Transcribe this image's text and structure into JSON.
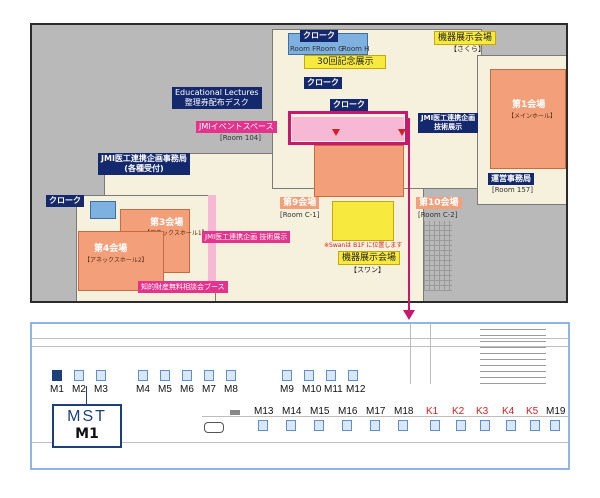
{
  "map": {
    "cloak_top": "クローク",
    "room_f": "Room F",
    "room_g": "Room G",
    "room_h": "Room H",
    "exhibit_sakura_title": "機器展示会場",
    "exhibit_sakura_sub": "【さくら】",
    "anniv_exhibit": "30回記念展示",
    "cloak_center": "クローク",
    "cloak_center2": "クローク",
    "lectures_line1": "Educational Lectures",
    "lectures_line2": "整理券配布デスク",
    "jmi_event": "JMIイベントスペース",
    "room_104": "[Room 104]",
    "jmi_office_line1": "JMI医工連携企画事務局",
    "jmi_office_line2": "(各種受付)",
    "cloak_left": "クローク",
    "hall3_title": "第3会場",
    "hall3_sub": "【アネックスホール1】",
    "hall4_title": "第4会場",
    "hall4_sub": "【アネックスホール2】",
    "hall1_title": "第1会場",
    "hall1_sub": "【メインホール】",
    "ops_office": "運営事務局",
    "room_157": "[Room 157]",
    "jmi_tech_box_line1": "JMI医工連携企画",
    "jmi_tech_box_line2": "技術展示",
    "hall9_title": "第9会場",
    "room_c1": "[Room C-1]",
    "hall10_title": "第10会場",
    "room_c2": "[Room C-2]",
    "jmi_tech_exhibit": "JMI医工連携企画 技術展示",
    "swan_note": "※Swanは B1F に位置します",
    "exhibit_swan_title": "機器展示会場",
    "exhibit_swan_sub": "【スワン】",
    "ip_consult": "知的財産無料相談会ブース"
  },
  "detail": {
    "row1": [
      "M1",
      "M2",
      "M3",
      "M4",
      "M5",
      "M6",
      "M7",
      "M8",
      "M9",
      "M10",
      "M11",
      "M12"
    ],
    "row2": [
      "M13",
      "M14",
      "M15",
      "M16",
      "M17",
      "M18",
      "K1",
      "K2",
      "K3",
      "K4",
      "K5",
      "M19"
    ],
    "row2_red": [
      false,
      false,
      false,
      false,
      false,
      false,
      true,
      true,
      true,
      true,
      true,
      false
    ],
    "mst_logo": "MST",
    "mst_booth": "M1"
  },
  "colors": {
    "highlight": "#c8176e",
    "navy": "#14286e",
    "detail_border": "#8fb4e6"
  }
}
